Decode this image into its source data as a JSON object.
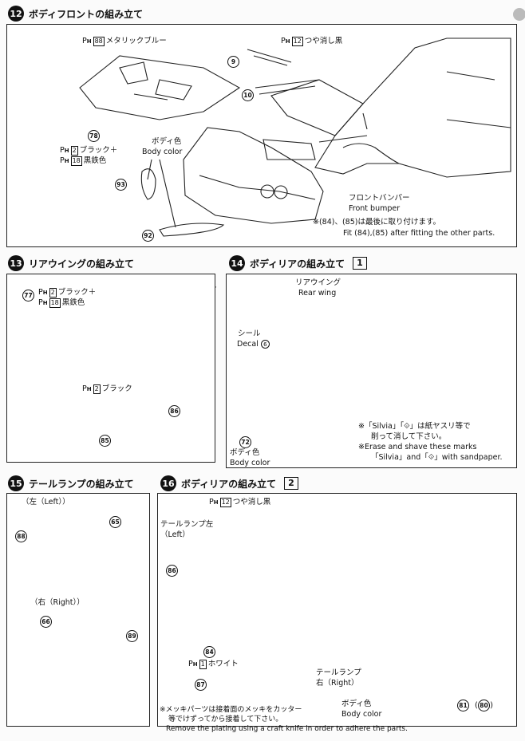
{
  "steps": {
    "s12": {
      "num": "12",
      "title": "ボディフロントの組み立て"
    },
    "s13": {
      "num": "13",
      "title": "リアウイングの組み立て"
    },
    "s14": {
      "num": "14",
      "title": "ボディリアの組み立て",
      "sub": "1"
    },
    "s15": {
      "num": "15",
      "title": "テールランプの組み立て"
    },
    "s16": {
      "num": "16",
      "title": "ボディリアの組み立て",
      "sub": "2"
    }
  },
  "paint": {
    "prefix": "P",
    "prefix_sub": "H",
    "metallic_blue": {
      "code": "88",
      "name": "メタリックブルー"
    },
    "flat_black": {
      "code": "12",
      "name": "つや消し黒"
    },
    "black_plus": {
      "code": "2",
      "name": "ブラック＋"
    },
    "black_iron": {
      "code": "18",
      "name": "黒鉄色"
    },
    "black": {
      "code": "2",
      "name": "ブラック"
    },
    "white": {
      "code": "1",
      "name": "ホワイト"
    }
  },
  "labels": {
    "body_color_jp": "ボディ色",
    "body_color_en": "Body color",
    "front_bumper_jp": "フロントバンパー",
    "front_bumper_en": "Front bumper",
    "front_note_jp": "※(84)、(85)は最後に取り付けます。",
    "front_note_en": "Fit (84),(85) after fitting the other parts.",
    "rear_wing_jp": "リアウイング",
    "rear_wing_en": "Rear wing",
    "decal_jp": "シール",
    "decal_en": "Decal",
    "decal_num": "6",
    "erase_jp_1": "※「Silvia」「⟐」は紙ヤスリ等で",
    "erase_jp_2": "削って消して下さい。",
    "erase_en_1": "※Erase and shave these marks",
    "erase_en_2": "「Silvia」and「⟐」with sandpaper.",
    "left": "（左（Left））",
    "right": "（右（Right））",
    "tail_left_jp": "テールランプ左",
    "tail_left_en": "（Left）",
    "tail_right_jp": "テールランプ",
    "tail_right_en": "右（Right）",
    "plating_jp_1": "※メッキパーツは接着面のメッキをカッター",
    "plating_jp_2": "等でけずってから接着して下さい。",
    "plating_en": "Remove the plating using a craft knife in order to adhere the parts."
  },
  "parts": {
    "p9": "9",
    "p10": "10",
    "p78": "78",
    "p93": "93",
    "p92": "92",
    "p77": "77",
    "p85": "85",
    "p86": "86",
    "p72": "72",
    "p88": "88",
    "p65": "65",
    "p66": "66",
    "p89": "89",
    "p84": "84",
    "p87": "87",
    "p81": "81",
    "p80": "80"
  }
}
